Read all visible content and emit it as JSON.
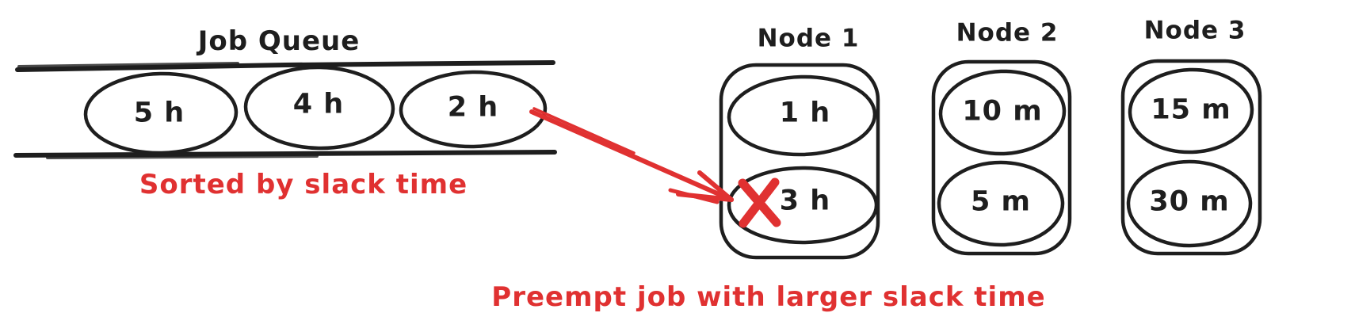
{
  "colors": {
    "ink": "#1e1e1e",
    "accent": "#e03131",
    "background": "#ffffff"
  },
  "queue": {
    "title": "Job Queue",
    "jobs": [
      {
        "label": "5 h"
      },
      {
        "label": "4 h"
      },
      {
        "label": "2 h"
      }
    ],
    "caption": "Sorted by slack time"
  },
  "nodes": [
    {
      "title": "Node 1",
      "jobs": [
        {
          "label": "1 h",
          "preempted": false
        },
        {
          "label": "3 h",
          "preempted": true
        }
      ]
    },
    {
      "title": "Node 2",
      "jobs": [
        {
          "label": "10 m",
          "preempted": false
        },
        {
          "label": "5 m",
          "preempted": false
        }
      ]
    },
    {
      "title": "Node 3",
      "jobs": [
        {
          "label": "15 m",
          "preempted": false
        },
        {
          "label": "30 m",
          "preempted": false
        }
      ]
    }
  ],
  "annotation": "Preempt job with larger slack time"
}
